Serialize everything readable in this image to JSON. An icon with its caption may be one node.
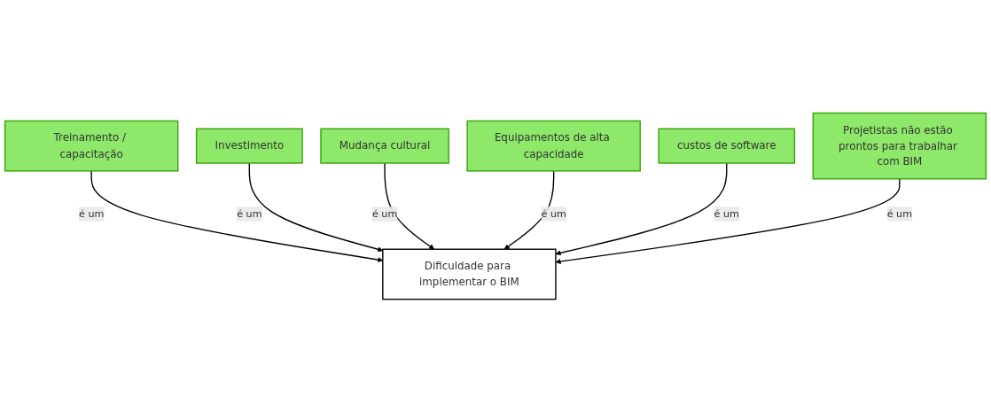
{
  "diagram": {
    "nodes": [
      {
        "text": [
          "Dificuldade para implementar o BIM"
        ]
      },
      {
        "text": [
          "Treinamento / capacitação"
        ]
      },
      {
        "text": [
          "Investimento"
        ]
      },
      {
        "text": [
          "Mudança cultural"
        ]
      },
      {
        "text": [
          "Equipamentos de alta capacidade"
        ]
      },
      {
        "text": [
          "custos de software"
        ]
      },
      {
        "text": [
          "Projetistas não estão prontos para trabalhar com BIM"
        ]
      }
    ],
    "edges": [
      {
        "from": 1,
        "to": 0,
        "arrow": "to",
        "label": "é um"
      },
      {
        "from": 2,
        "to": 0,
        "arrow": "to",
        "label": "é um"
      },
      {
        "from": 3,
        "to": 0,
        "arrow": "to",
        "label": "é um"
      },
      {
        "from": 4,
        "to": 0,
        "arrow": "to",
        "label": "é um"
      },
      {
        "from": 5,
        "to": 0,
        "arrow": "to",
        "label": "é um"
      },
      {
        "from": 6,
        "to": 0,
        "arrow": "to",
        "label": "é um"
      }
    ]
  }
}
